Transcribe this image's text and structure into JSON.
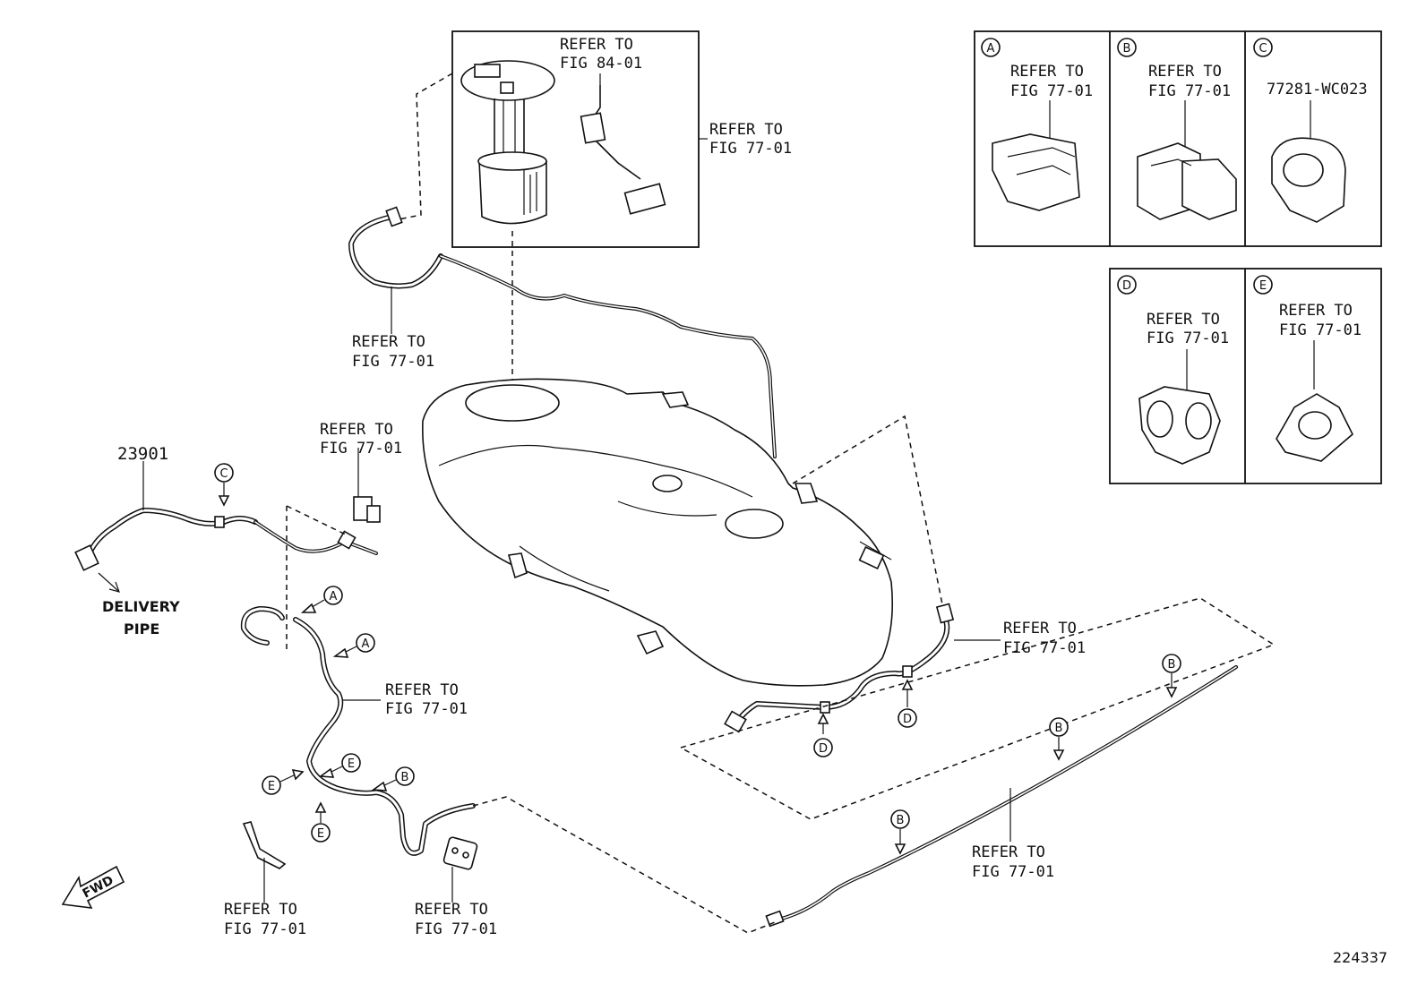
{
  "refer_text": "REFER TO",
  "fig_77": "FIG 77-01",
  "fig_84": "FIG 84-01",
  "part_23901": "23901",
  "part_77281": "77281-WC023",
  "delivery_line1": "DELIVERY",
  "delivery_line2": "PIPE",
  "fwd": "FWD",
  "diagram_id": "224337",
  "callouts": {
    "a": "A",
    "b": "B",
    "c": "C",
    "d": "D",
    "e": "E"
  }
}
